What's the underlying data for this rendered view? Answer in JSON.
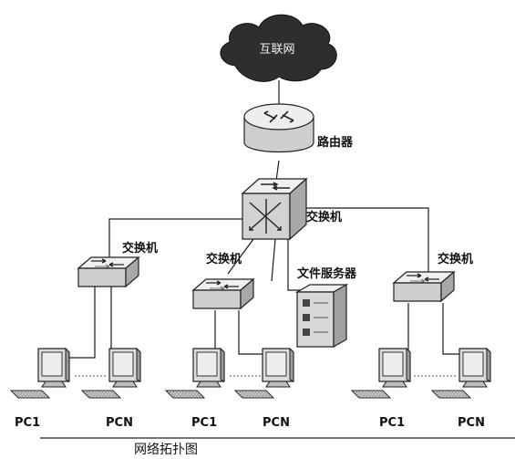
{
  "diagram": {
    "caption": "网络拓扑图",
    "internet": "互联网",
    "router": "路由器",
    "core_switch": "交换机",
    "switch_left": "交换机",
    "switch_middle": "交换机",
    "switch_right": "交换机",
    "file_server": "文件服务器",
    "pc_labels": {
      "left_first": "PC1",
      "left_last": "PCN",
      "middle_first": "PC1",
      "middle_last": "PCN",
      "right_first": "PC1",
      "right_last": "PCN"
    }
  },
  "colors": {
    "line": "#1a1a1a",
    "cloud": "#2e2e2e",
    "device_body": "#d9d9d9",
    "device_top": "#f0f0f0",
    "screen": "#e8e8e8"
  }
}
